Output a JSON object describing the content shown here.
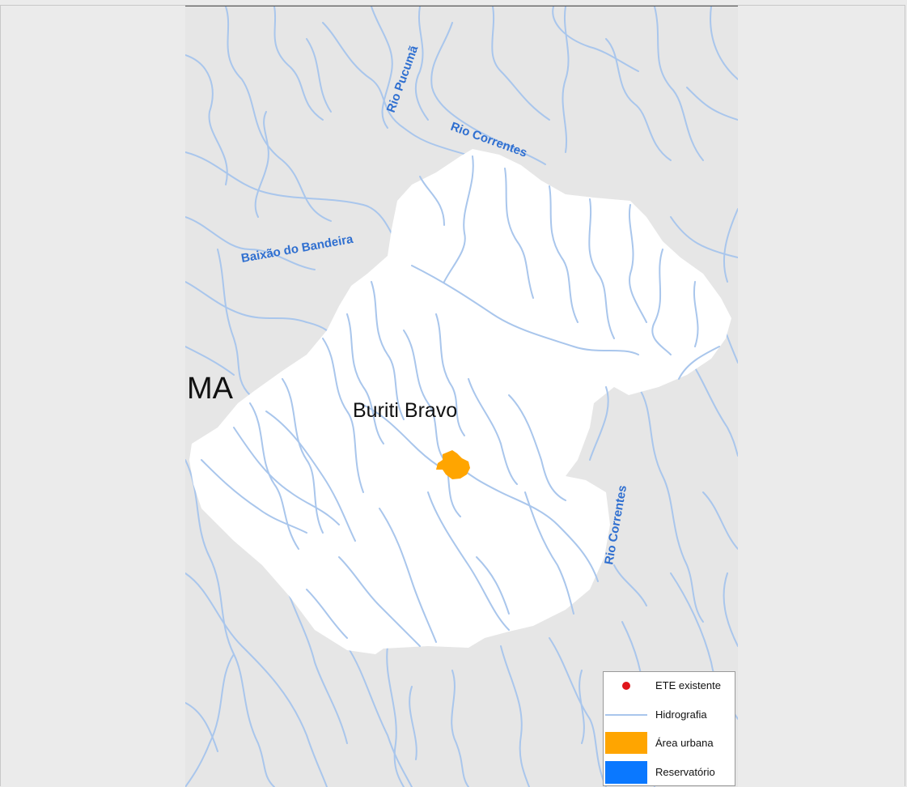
{
  "map": {
    "state_label": "MA",
    "municipality_label": "Buriti Bravo",
    "rivers": [
      {
        "id": "pucuma",
        "name": "Rio Pucumã"
      },
      {
        "id": "correntes_north",
        "name": "Rio Correntes"
      },
      {
        "id": "bandeira",
        "name": "Baixão do Bandeira"
      },
      {
        "id": "correntes_east",
        "name": "Rio Correntes"
      }
    ],
    "colors": {
      "background": "#e6e6e6",
      "municipality_fill": "#ffffff",
      "river": "#a9c6ec",
      "river_label": "#2f6fd0",
      "urban_area": "#ffa500",
      "ete": "#e0151b",
      "reservoir": "#0a78ff"
    }
  },
  "legend": {
    "items": [
      {
        "symbol": "red-dot-icon",
        "label": "ETE existente"
      },
      {
        "symbol": "river-line-icon",
        "label": "Hidrografia"
      },
      {
        "symbol": "orange-box-icon",
        "label": "Área urbana"
      },
      {
        "symbol": "blue-box-icon",
        "label": "Reservatório"
      }
    ]
  }
}
